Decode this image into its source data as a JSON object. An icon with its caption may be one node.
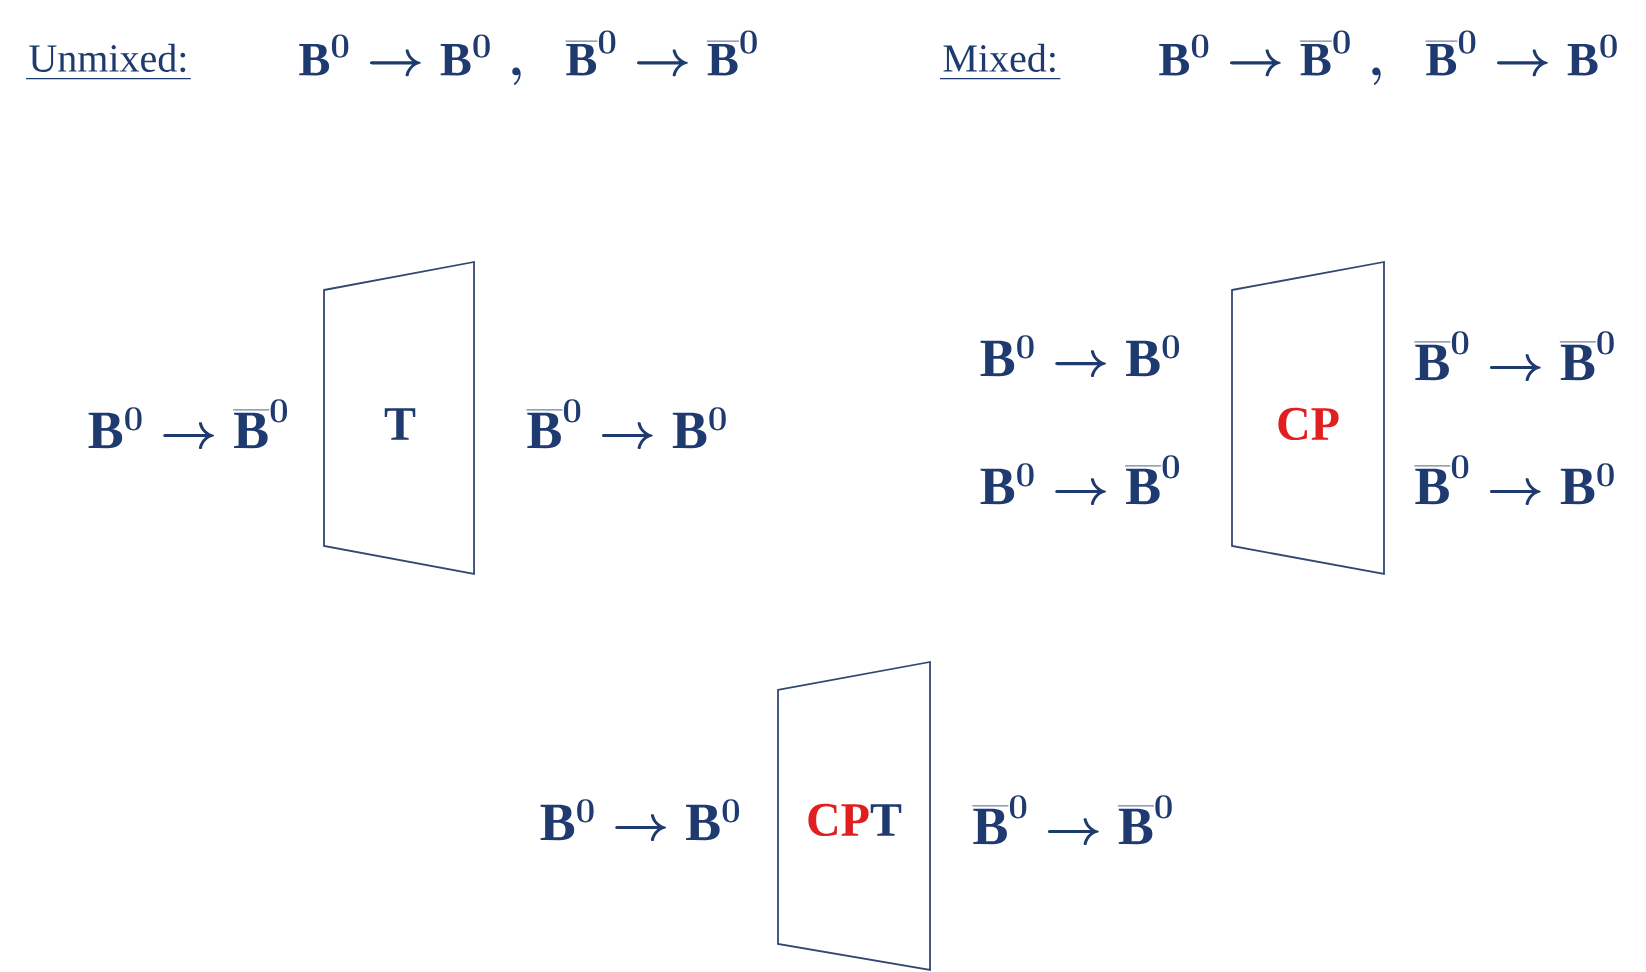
{
  "diagram": {
    "nodes": [
      {
        "text": [
          "T"
        ],
        "beside": [
          "\\mathrm{B}^0 \\rightarrow \\overline{\\mathrm{B}}^0",
          "\\overline{\\mathrm{B}}^0 \\rightarrow \\mathrm{B}^0"
        ]
      },
      {
        "text": [
          "CP"
        ],
        "beside": [
          "\\mathrm{B}^0 \\rightarrow \\mathrm{B}^0",
          "\\mathrm{B}^0 \\rightarrow \\overline{\\mathrm{B}}^0",
          "\\overline{\\mathrm{B}}^0 \\rightarrow \\overline{\\mathrm{B}}^0",
          "\\overline{\\mathrm{B}}^0 \\rightarrow \\mathrm{B}^0"
        ]
      },
      {
        "text": [
          "CP",
          "T"
        ],
        "beside": [
          "\\mathrm{B}^0 \\rightarrow \\mathrm{B}^0",
          "\\overline{\\mathrm{B}}^0 \\rightarrow \\overline{\\mathrm{B}}^0"
        ]
      }
    ],
    "labels": [
      "Unmixed:",
      "\\mathrm{B}^0 \\rightarrow \\mathrm{B}^0\\;,\\;\\; \\overline{\\mathrm{B}}^0 \\rightarrow \\overline{\\mathrm{B}}^0",
      "Mixed:",
      "\\mathrm{B}^0 \\rightarrow \\overline{\\mathrm{B}}^0\\;,\\;\\; \\overline{\\mathrm{B}}^0 \\rightarrow \\mathrm{B}^0"
    ]
  }
}
